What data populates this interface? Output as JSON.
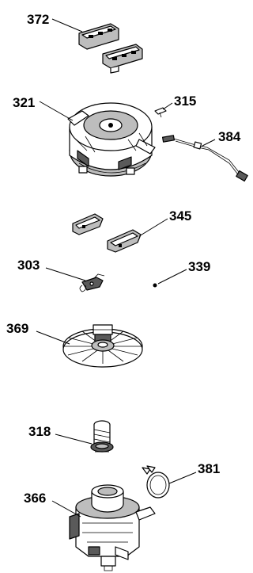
{
  "parts": [
    {
      "id": "372",
      "label": "372",
      "icon": "clip-pair-icon"
    },
    {
      "id": "321",
      "label": "321",
      "icon": "motor-stator-icon"
    },
    {
      "id": "315",
      "label": "315",
      "icon": "small-screw-icon"
    },
    {
      "id": "384",
      "label": "384",
      "icon": "wire-harness-icon"
    },
    {
      "id": "345",
      "label": "345",
      "icon": "brush-holder-icon"
    },
    {
      "id": "303",
      "label": "303",
      "icon": "spring-clip-icon"
    },
    {
      "id": "339",
      "label": "339",
      "icon": "pin-icon"
    },
    {
      "id": "369",
      "label": "369",
      "icon": "fan-impeller-icon"
    },
    {
      "id": "318",
      "label": "318",
      "icon": "spring-bushing-icon"
    },
    {
      "id": "381",
      "label": "381",
      "icon": "hose-clamp-icon"
    },
    {
      "id": "366",
      "label": "366",
      "icon": "pump-housing-icon"
    }
  ]
}
